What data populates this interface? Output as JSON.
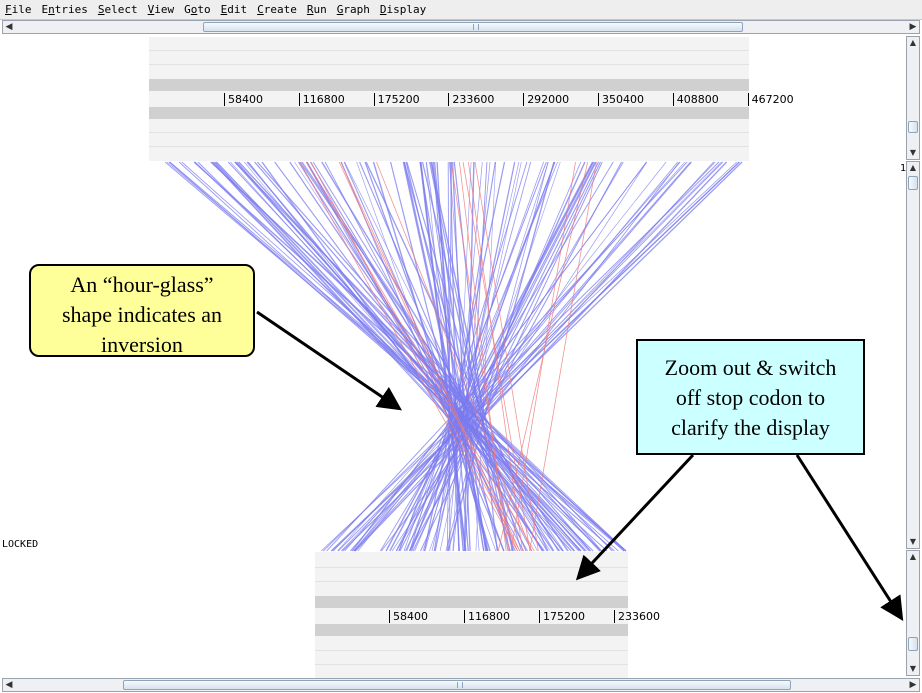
{
  "menubar": {
    "items": [
      {
        "pre": "",
        "u": "F",
        "post": "ile"
      },
      {
        "pre": "E",
        "u": "n",
        "post": "tries"
      },
      {
        "pre": "",
        "u": "S",
        "post": "elect"
      },
      {
        "pre": "",
        "u": "V",
        "post": "iew"
      },
      {
        "pre": "G",
        "u": "o",
        "post": "to"
      },
      {
        "pre": "",
        "u": "E",
        "post": "dit"
      },
      {
        "pre": "",
        "u": "C",
        "post": "reate"
      },
      {
        "pre": "",
        "u": "R",
        "post": "un"
      },
      {
        "pre": "",
        "u": "G",
        "post": "raph"
      },
      {
        "pre": "",
        "u": "D",
        "post": "isplay"
      }
    ]
  },
  "top_genome": {
    "ticks": [
      "58400",
      "116800",
      "175200",
      "233600",
      "292000",
      "350400",
      "408800",
      "467200"
    ]
  },
  "bottom_genome": {
    "ticks": [
      "58400",
      "116800",
      "175200",
      "233600"
    ]
  },
  "side": {
    "locked_label": "LOCKED",
    "one_label": "1"
  },
  "callouts": {
    "hourglass": [
      "An “hour-glass”",
      "shape indicates an",
      "inversion"
    ],
    "zoom": [
      "Zoom out & switch",
      "off stop codon to",
      "clarify the display"
    ]
  },
  "colors": {
    "forward_match": "#7b7bef",
    "reverse_match": "#ef7b7b",
    "callout_yellow": "#ffff99",
    "callout_cyan": "#ccffff"
  }
}
